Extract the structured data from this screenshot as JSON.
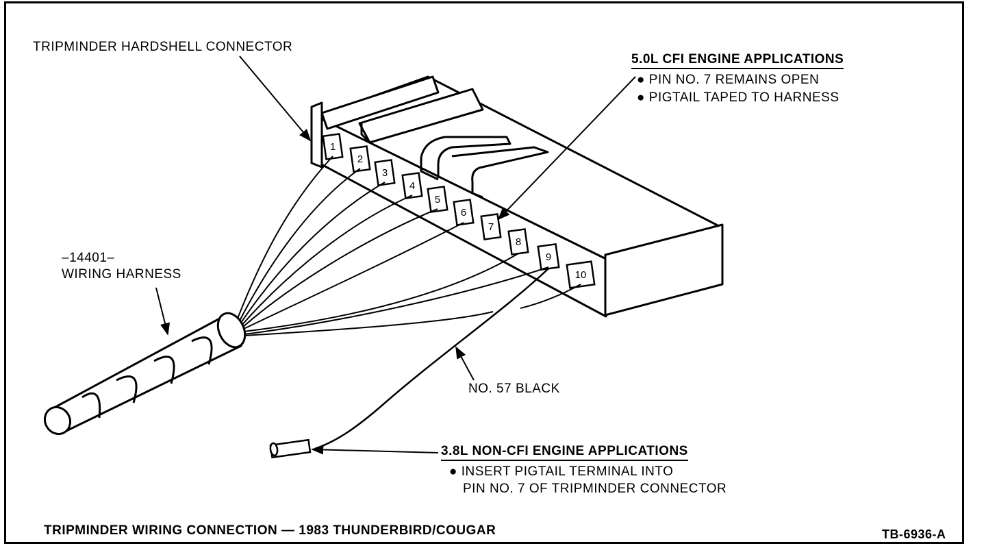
{
  "labels": {
    "connector": "TRIPMINDER HARDSHELL CONNECTOR",
    "harness_code": "–14401–",
    "harness_name": "WIRING HARNESS",
    "cfi_title": "5.0L CFI ENGINE APPLICATIONS",
    "cfi_note_1": "PIN NO. 7 REMAINS OPEN",
    "cfi_note_2": "PIGTAIL TAPED TO HARNESS",
    "wire": "NO. 57 BLACK",
    "noncfi_title": "3.8L NON-CFI ENGINE APPLICATIONS",
    "noncfi_note_1": "INSERT PIGTAIL TERMINAL INTO",
    "noncfi_note_2": "PIN NO. 7 OF TRIPMINDER CONNECTOR",
    "caption": "TRIPMINDER WIRING CONNECTION — 1983 THUNDERBIRD/COUGAR",
    "figure_id": "TB-6936-A"
  },
  "pins": [
    "1",
    "2",
    "3",
    "4",
    "5",
    "6",
    "7",
    "8",
    "9",
    "10"
  ],
  "bullet": "●"
}
